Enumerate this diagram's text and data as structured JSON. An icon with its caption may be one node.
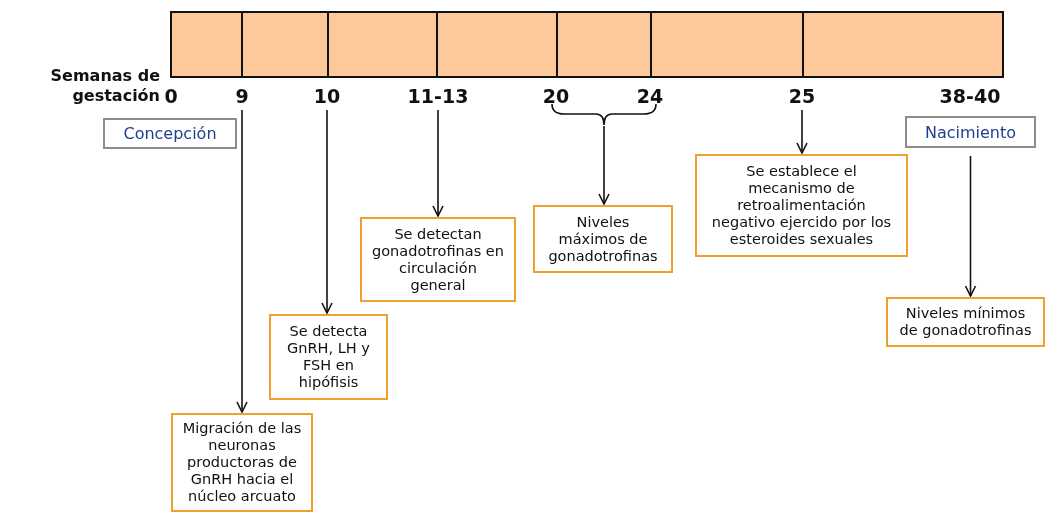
{
  "diagram": {
    "nodes": [
      {
        "text": [
          "Concepción"
        ]
      },
      {
        "text": [
          "Nacimiento"
        ]
      },
      {
        "text": [
          "9"
        ]
      },
      {
        "text": [
          "10"
        ]
      },
      {
        "text": [
          "11-13"
        ]
      },
      {
        "text": [],
        "shape": "brace"
      },
      {
        "text": [
          "25"
        ]
      },
      {
        "text": [
          "Migración de las neuronas productoras de GnRH hacia el núcleo arcuato"
        ]
      },
      {
        "text": [
          "Se detecta GnRH, LH y FSH en hipófisis"
        ]
      },
      {
        "text": [
          "Se detectan gonadotrofinas en circulación general"
        ]
      },
      {
        "text": [
          "Niveles máximos de gonadotrofinas"
        ]
      },
      {
        "text": [
          "Se establece el mecanismo de retroalimentación negativo ejercido por los esteroides sexuales"
        ]
      },
      {
        "text": [
          "Niveles mínimos de gonadotrofinas"
        ]
      }
    ],
    "edges": [
      {
        "from": 2,
        "to": 7,
        "arrow": "to"
      },
      {
        "from": 3,
        "to": 8,
        "arrow": "to"
      },
      {
        "from": 4,
        "to": 9,
        "arrow": "to"
      },
      {
        "from": 5,
        "to": 10,
        "arrow": "to"
      },
      {
        "from": 6,
        "to": 11,
        "arrow": "to"
      },
      {
        "from": 1,
        "to": 12,
        "arrow": "to"
      }
    ],
    "labels": [
      "Semanas de gestación",
      "0",
      "20",
      "24",
      "38-40"
    ]
  }
}
